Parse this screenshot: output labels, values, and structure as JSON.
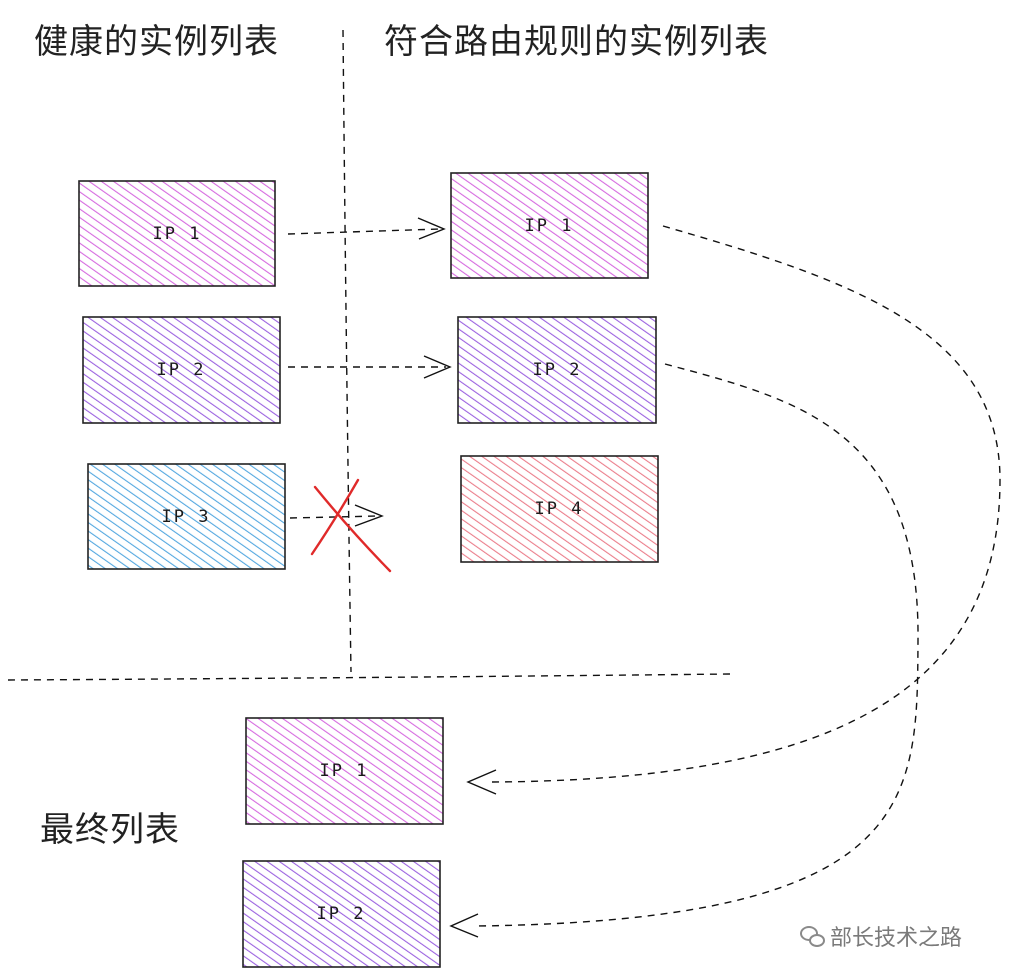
{
  "headings": {
    "healthy_list": "健康的实例列表",
    "routing_list": "符合路由规则的实例列表",
    "final_list": "最终列表"
  },
  "colors": {
    "ip1": "#d66be0",
    "ip2": "#9c63e0",
    "ip3": "#55a8e0",
    "ip4": "#eb7e8c",
    "cross": "#e02a2a"
  },
  "boxes": {
    "healthy_ip1": "IP 1",
    "healthy_ip2": "IP 2",
    "healthy_ip3": "IP 3",
    "routed_ip1": "IP 1",
    "routed_ip2": "IP 2",
    "routed_ip4": "IP 4",
    "final_ip1": "IP 1",
    "final_ip2": "IP 2"
  },
  "watermark": {
    "text": "部长技术之路"
  }
}
